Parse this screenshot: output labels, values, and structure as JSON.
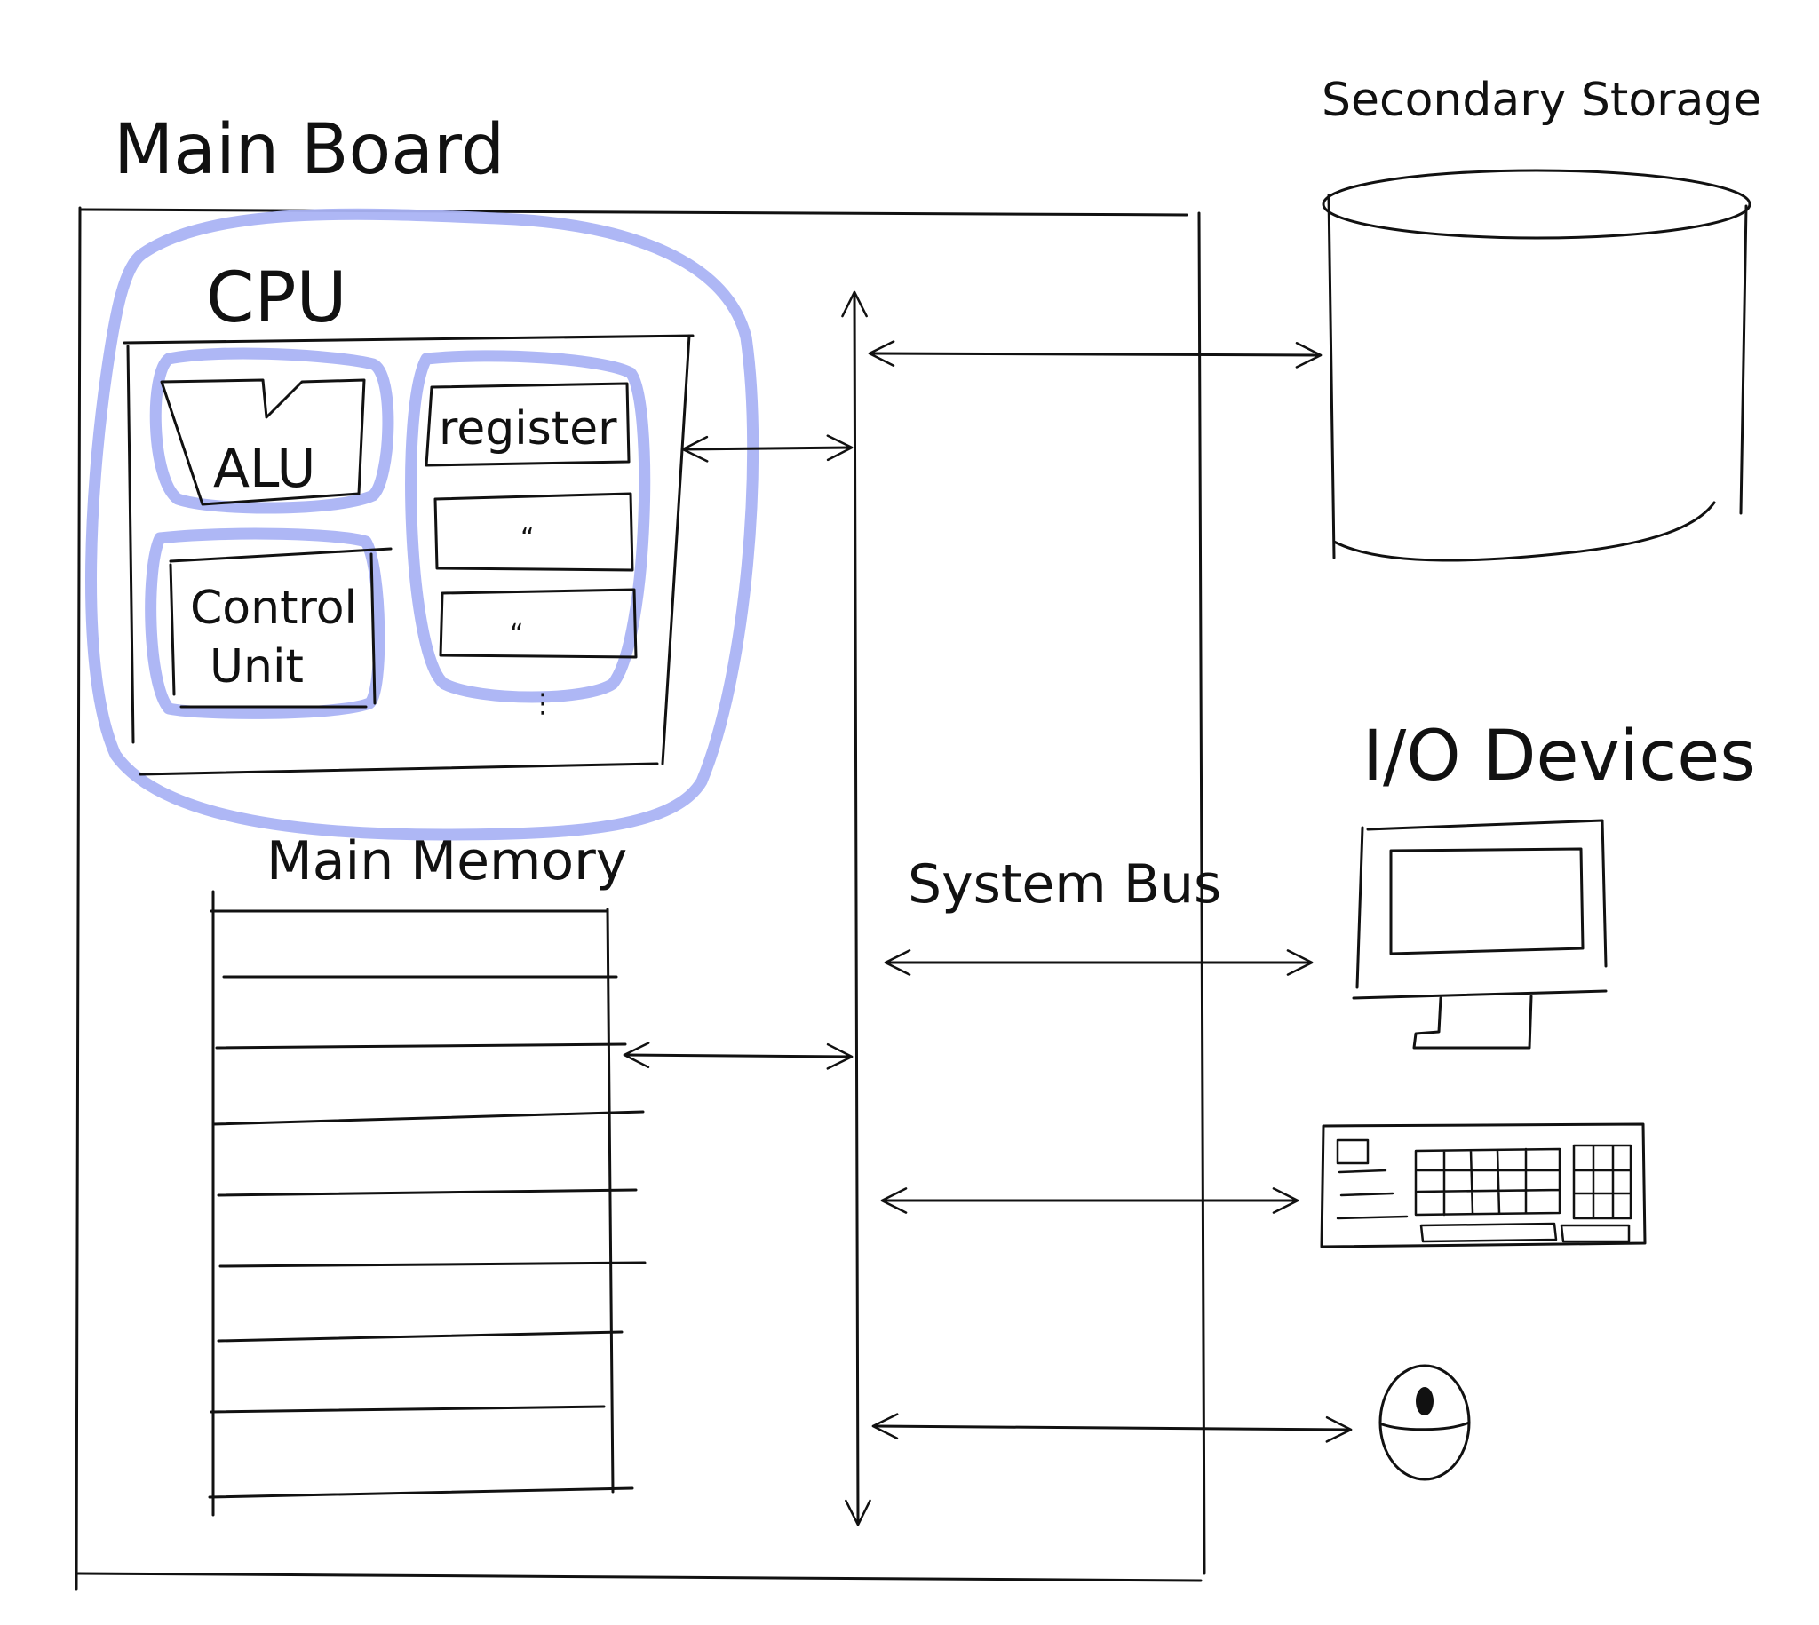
{
  "labels": {
    "main_board": "Main Board",
    "cpu": "CPU",
    "alu": "ALU",
    "register": "register",
    "control_unit_line1": "Control",
    "control_unit_line2": "Unit",
    "ditto_mark": "“",
    "ellipsis_mark": "⋮",
    "main_memory": "Main Memory",
    "system_bus": "System Bus",
    "secondary_storage": "Secondary Storage",
    "io_devices": "I/O Devices"
  },
  "colors": {
    "ink": "#111111",
    "highlight": "#aab3f4",
    "background": "#ffffff"
  },
  "icons": [
    "database-cylinder-icon",
    "monitor-icon",
    "keyboard-icon",
    "mouse-icon"
  ]
}
